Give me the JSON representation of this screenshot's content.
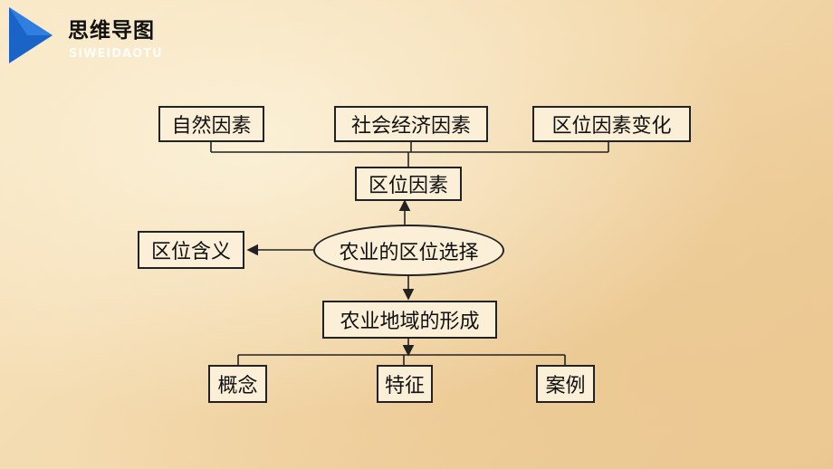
{
  "header": {
    "title": "思维导图",
    "subtitle": "SIWEIDAOTU",
    "icon": "play-triangle-icon",
    "accent_color": "#1a64c8"
  },
  "diagram": {
    "center": "农业的区位选择",
    "factor_top": [
      "自然因素",
      "社会经济因素",
      "区位因素变化"
    ],
    "factors": "区位因素",
    "meaning": "区位含义",
    "formation": "农业地域的形成",
    "formation_children": [
      "概念",
      "特征",
      "案例"
    ]
  }
}
